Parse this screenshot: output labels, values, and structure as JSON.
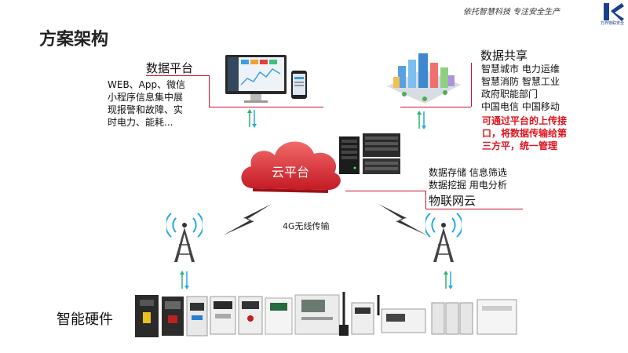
{
  "header": {
    "slogan": "依托智慧科技 专注安全生产",
    "logo_text": "万界物联安全"
  },
  "page": {
    "title": "方案架构"
  },
  "data_platform": {
    "title": "数据平台",
    "lines": [
      "WEB、App、微信",
      "小程序信息集中展",
      "现报警和故障、实",
      "时电力、能耗..."
    ]
  },
  "data_sharing": {
    "title": "数据共享",
    "lines": [
      "智慧城市  电力运维",
      "智慧消防  智慧工业",
      "政府职能部门",
      "中国电信  中国移动"
    ],
    "highlight_lines": [
      "可通过平台的上传接",
      "口，将数据传输给第",
      "三方平，统一管理"
    ]
  },
  "iot_cloud": {
    "lines": [
      "数据存储  信息筛选",
      "数据挖掘  用电分析"
    ],
    "title": "物联网云"
  },
  "cloud": {
    "label": "云平台"
  },
  "wireless": {
    "label": "4G无线传输"
  },
  "hardware": {
    "label": "智能硬件"
  },
  "colors": {
    "accent_red": "#c8102e",
    "highlight_red": "#e0141e",
    "arrow_up": "#2db36b",
    "arrow_down": "#29a8e0"
  }
}
